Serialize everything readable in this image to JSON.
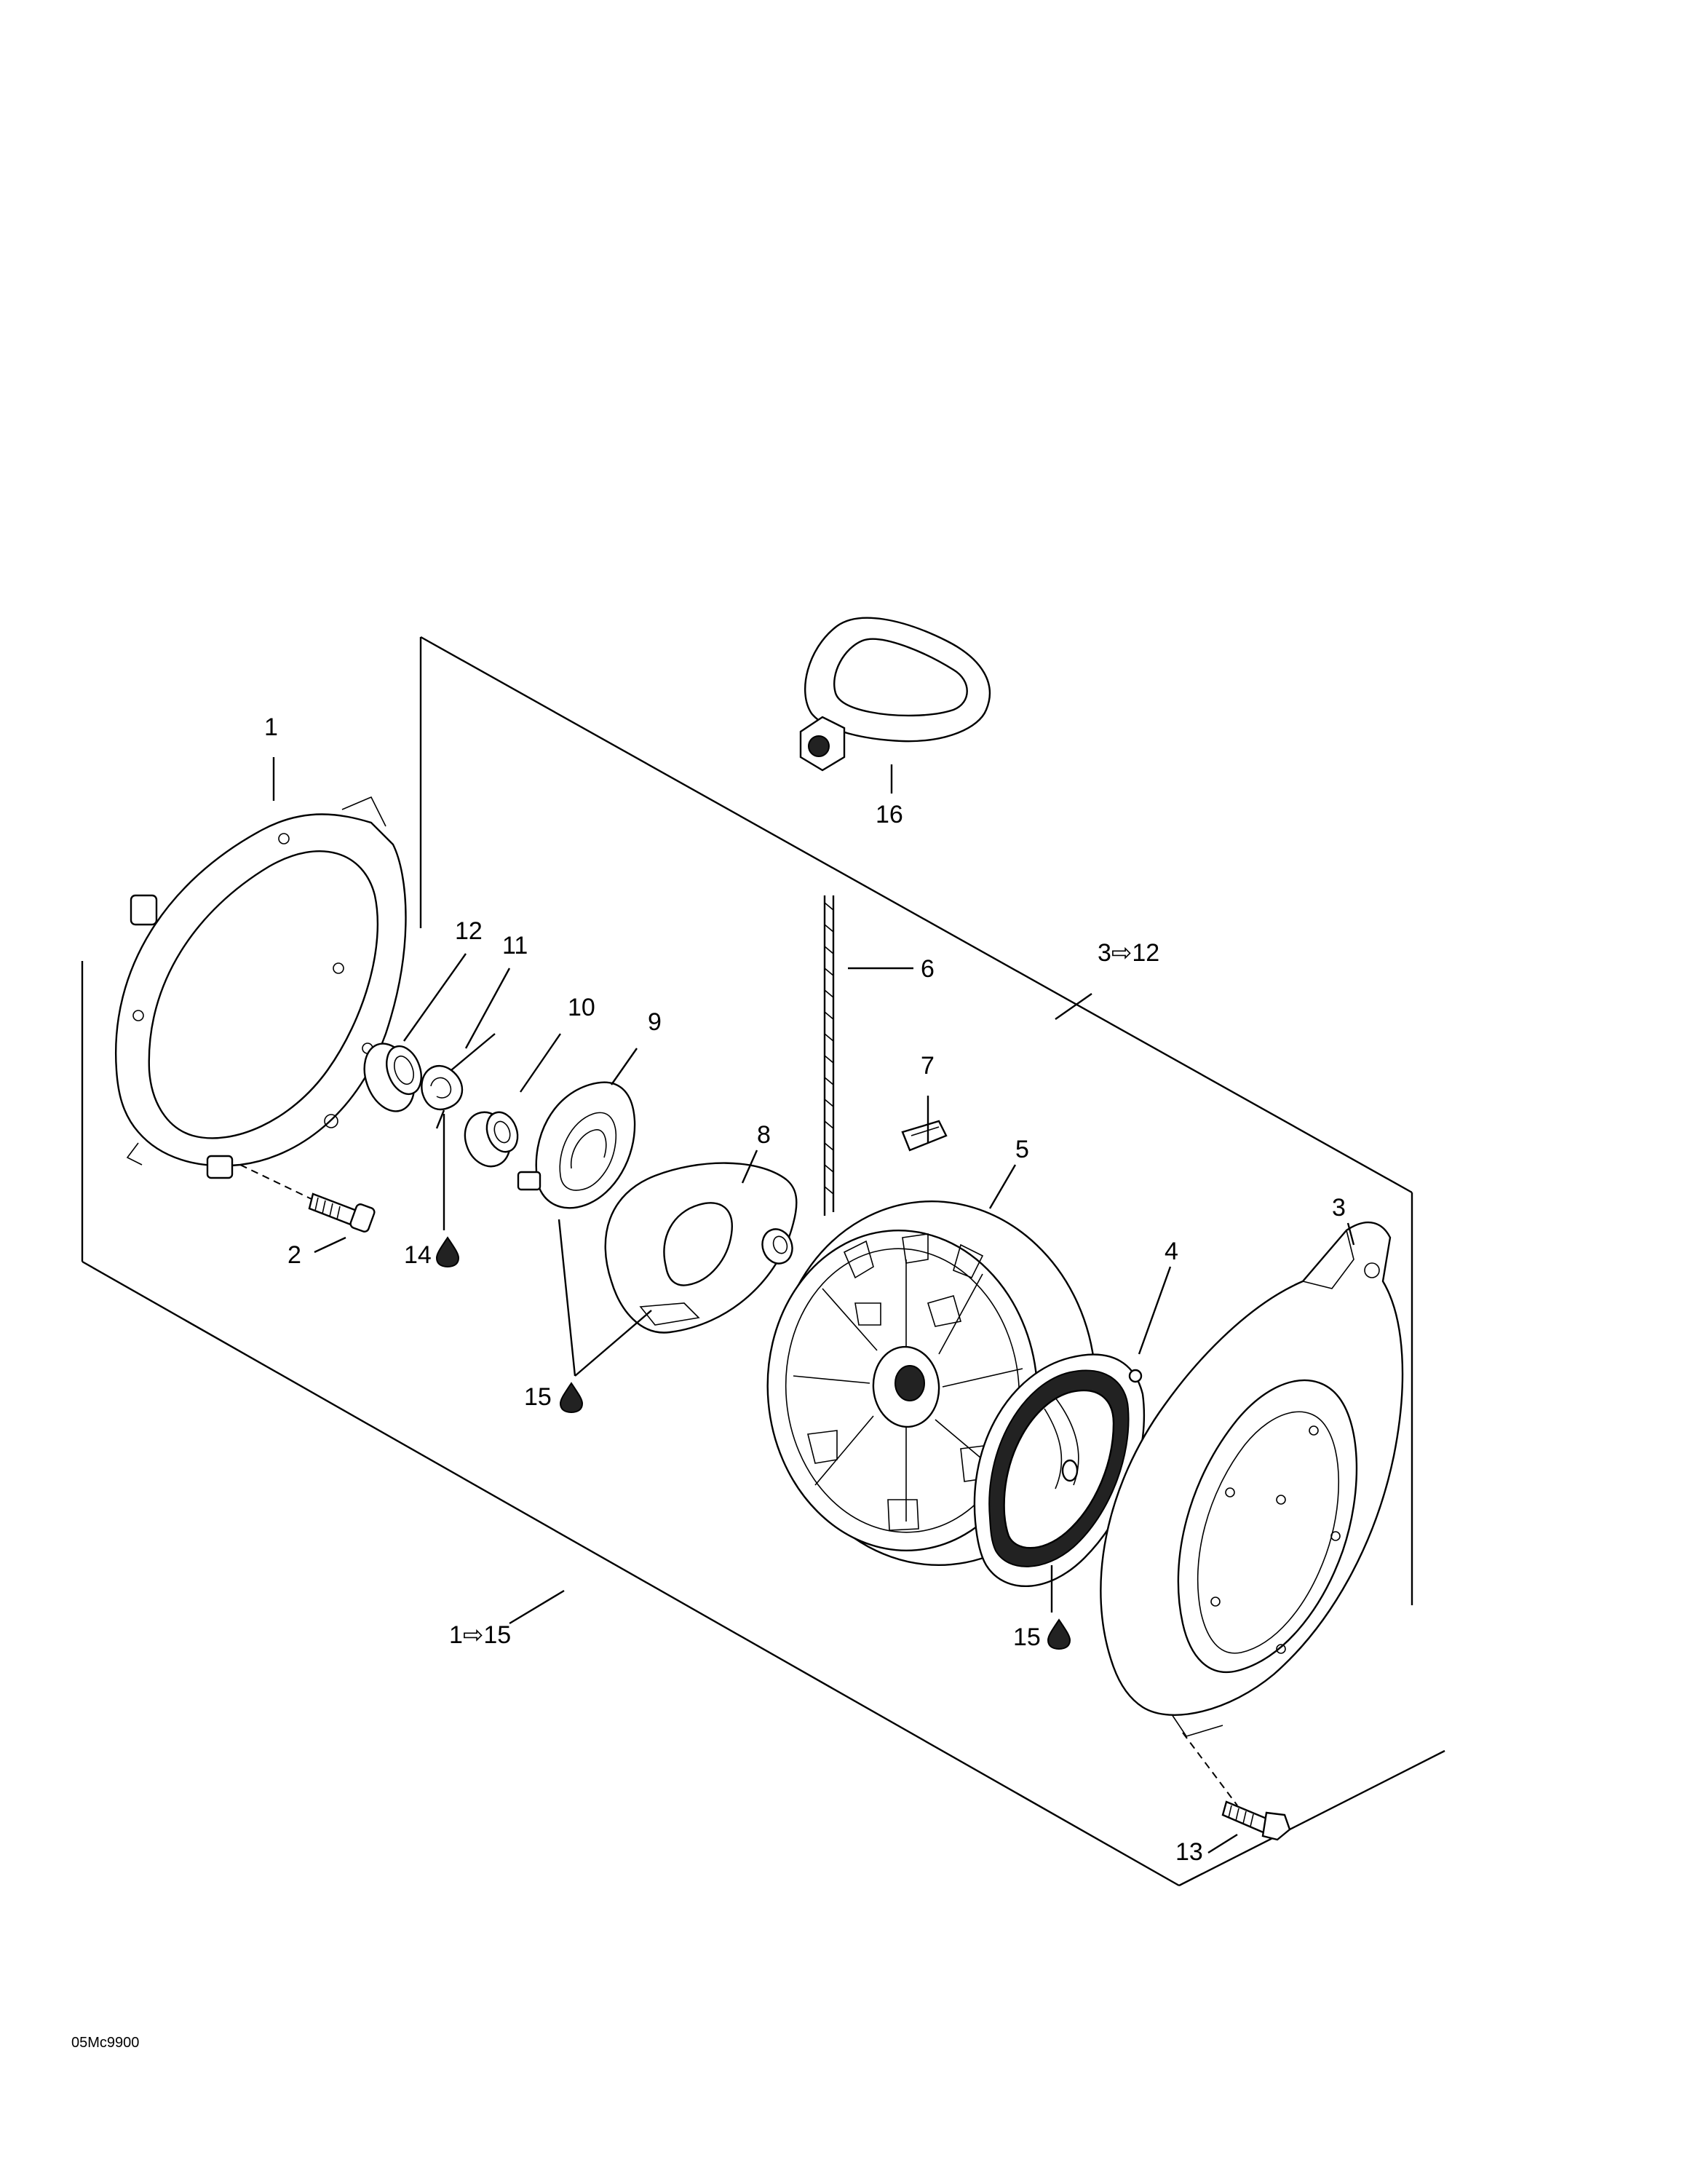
{
  "labels": {
    "p1": "1",
    "p2": "2",
    "p3": "3",
    "p4": "4",
    "p5": "5",
    "p6": "6",
    "p7": "7",
    "p8": "8",
    "p9": "9",
    "p10": "10",
    "p11": "11",
    "p12": "12",
    "p13": "13",
    "p14": "14",
    "p15a": "15",
    "p15b": "15",
    "p16": "16",
    "range_3_12": "3⇨12",
    "range_1_15": "1⇨15"
  },
  "drawing_code": "05Mc9900"
}
